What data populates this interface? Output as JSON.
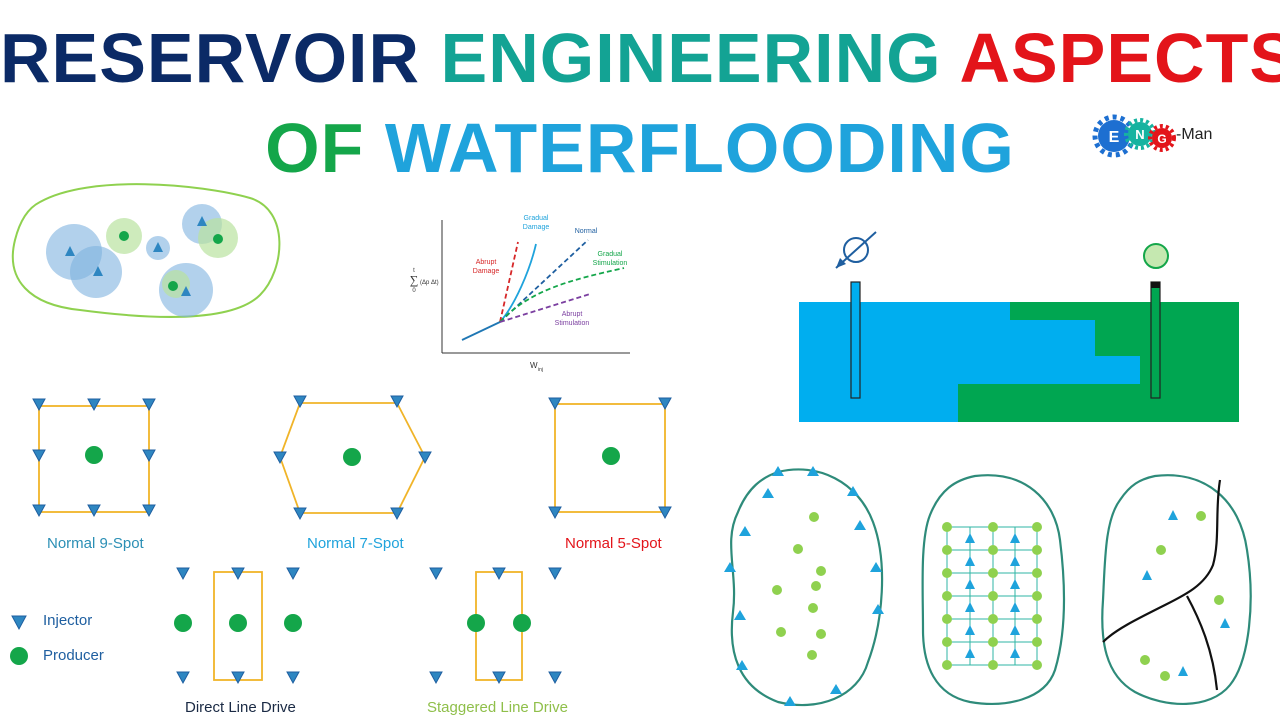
{
  "title": {
    "line1": [
      "RESERVOIR",
      "ENGINEERING",
      "ASPECTS"
    ],
    "line2": [
      "OF",
      "WATERFLOODING"
    ]
  },
  "logo": {
    "letters": [
      "E",
      "N",
      "G"
    ],
    "suffix": "-Man"
  },
  "hall_plot": {
    "curves": [
      "Gradual Damage",
      "Normal",
      "Gradual Stimulation",
      "Abrupt Damage",
      "Abrupt Stimulation"
    ],
    "curve_lines": {
      "gradual_damage": [
        "Gradual",
        "Damage"
      ],
      "normal": [
        "Normal"
      ],
      "gradual_stimulation": [
        "Gradual",
        "Stimulation"
      ],
      "abrupt_damage": [
        "Abrupt",
        "Damage"
      ],
      "abrupt_stimulation": [
        "Abrupt",
        "Stimulation"
      ]
    },
    "y_axis_label": "(Δp Δt)",
    "sum_upper": "t",
    "sum_lower": "0",
    "x_axis_label": "W",
    "x_axis_sub": "inj"
  },
  "patterns": {
    "normal_9_spot": "Normal 9-Spot",
    "normal_7_spot": "Normal 7-Spot",
    "normal_5_spot": "Normal 5-Spot",
    "direct_line_drive": "Direct Line Drive",
    "staggered_line_drive": "Staggered Line Drive"
  },
  "legend": {
    "injector": "Injector",
    "producer": "Producer"
  },
  "colors": {
    "navy": "#0b2a66",
    "teal": "#13a394",
    "red": "#e3141a",
    "green": "#14a64a",
    "light_blue": "#1fa3dc",
    "water": "#00aeef",
    "oil": "#00a651",
    "pattern_line": "#f0b429",
    "injector": "#2e86c1",
    "outline": "#2e8b7a",
    "light_green": "#8fd14f"
  }
}
